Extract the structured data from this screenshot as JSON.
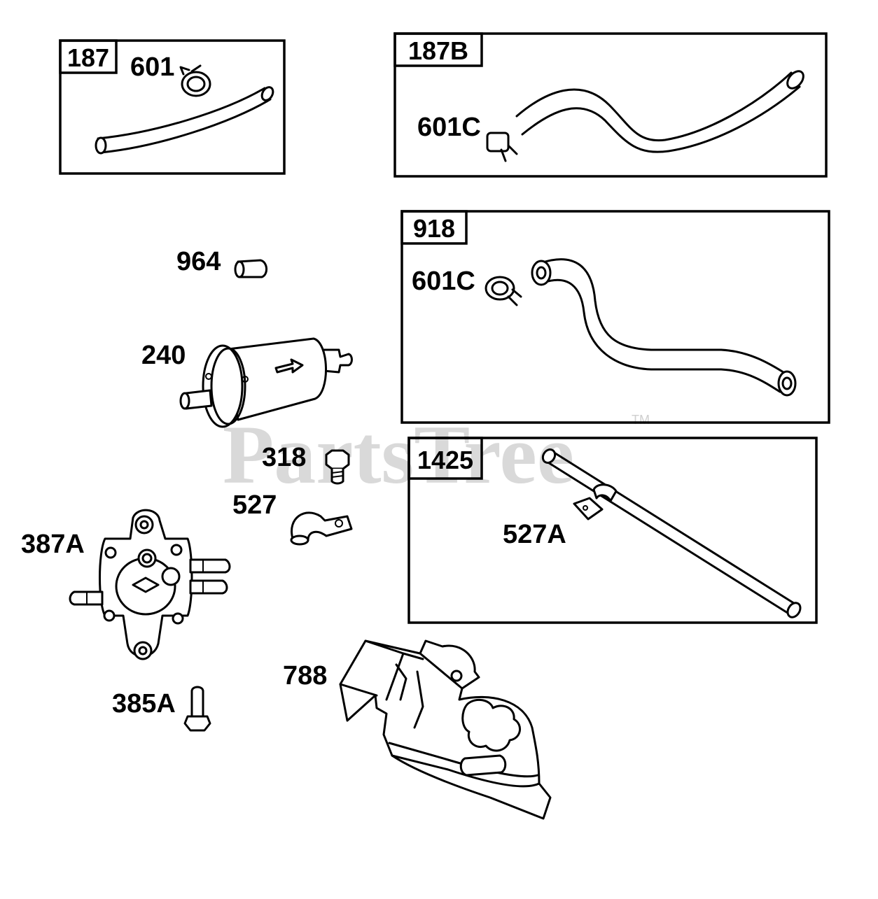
{
  "watermark": {
    "text": "PartsTree",
    "trademark": "TM"
  },
  "boxes": [
    {
      "id": "187",
      "label": "187",
      "parts": [
        "601"
      ]
    },
    {
      "id": "187B",
      "label": "187B",
      "parts": [
        "601C"
      ]
    },
    {
      "id": "918",
      "label": "918",
      "parts": [
        "601C"
      ]
    },
    {
      "id": "1425",
      "label": "1425",
      "parts": [
        "527A"
      ]
    }
  ],
  "labels": {
    "box187_clamp": "601",
    "box187b_clamp": "601C",
    "box918_clamp": "601C",
    "box1425_clip": "527A",
    "plug_964": "964",
    "filter_240": "240",
    "screw_318": "318",
    "clip_527": "527",
    "pump_387a": "387A",
    "bolt_385a": "385A",
    "bracket_788": "788"
  }
}
